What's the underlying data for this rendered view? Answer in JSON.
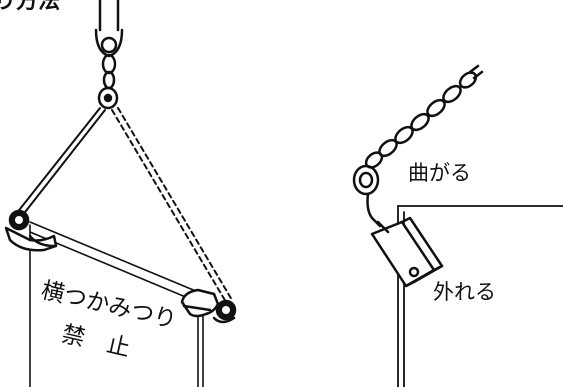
{
  "header": {
    "text": "り方法"
  },
  "left_figure": {
    "warning_line1": "横つかみつり",
    "warning_line2": "禁　止"
  },
  "right_figure": {
    "label_bend": "曲がる",
    "label_detach": "外れる"
  }
}
